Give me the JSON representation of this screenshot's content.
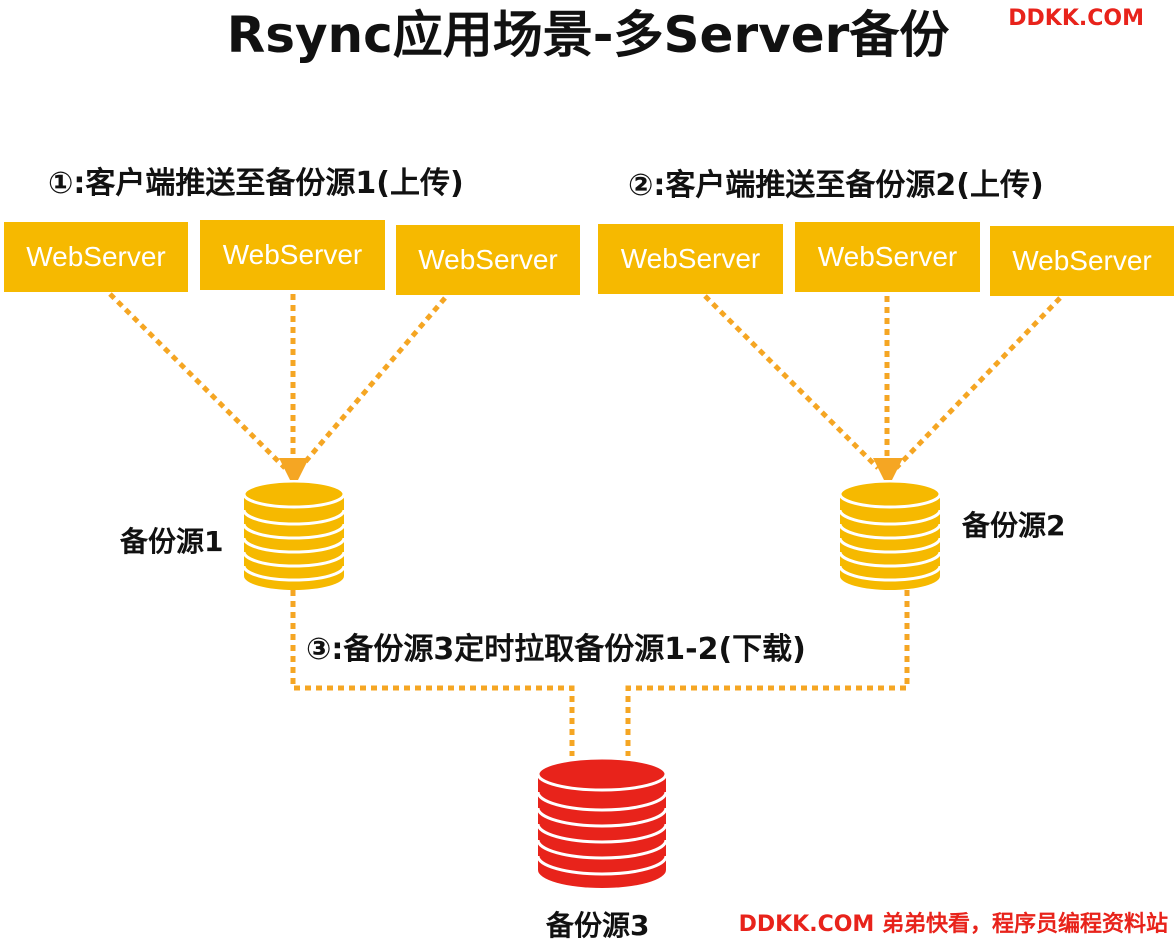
{
  "title": "Rsync应用场景-多Server备份",
  "brand_top": "DDKK.COM",
  "brand_bottom": "DDKK.COM 弟弟快看，程序员编程资料站",
  "steps": {
    "step1": "①:客户端推送至备份源1(上传)",
    "step2": "②:客户端推送至备份源2(上传)",
    "step3": "③:备份源3定时拉取备份源1-2(下载)"
  },
  "servers": [
    {
      "label": "WebServer"
    },
    {
      "label": "WebServer"
    },
    {
      "label": "WebServer"
    },
    {
      "label": "WebServer"
    },
    {
      "label": "WebServer"
    },
    {
      "label": "WebServer"
    }
  ],
  "sources": {
    "source1": "备份源1",
    "source2": "备份源2",
    "source3": "备份源3"
  },
  "colors": {
    "server": "#f6b900",
    "link": "#f5a623",
    "db_main": "#f6b900",
    "db_remote": "#e8231b",
    "brand": "#e8231b"
  }
}
